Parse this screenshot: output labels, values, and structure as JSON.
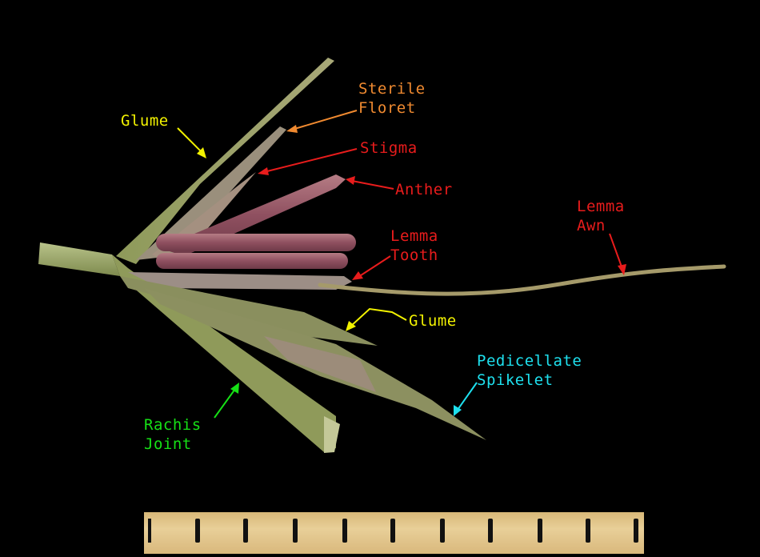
{
  "labels": {
    "glume_top": "Glume",
    "sterile_floret_1": "Sterile",
    "sterile_floret_2": "Floret",
    "stigma": "Stigma",
    "anther": "Anther",
    "lemma_awn_1": "Lemma",
    "lemma_awn_2": "Awn",
    "lemma_tooth_1": "Lemma",
    "lemma_tooth_2": "Tooth",
    "glume_bottom": "Glume",
    "pedicellate_1": "Pedicellate",
    "pedicellate_2": "Spikelet",
    "rachis_1": "Rachis",
    "rachis_2": "Joint"
  },
  "colors": {
    "background": "#000000",
    "yellow": "#f2f200",
    "orange": "#f08a30",
    "red": "#e81c1c",
    "cyan": "#1ee0ee",
    "green": "#16e016",
    "ruler": "#dcbd82"
  }
}
